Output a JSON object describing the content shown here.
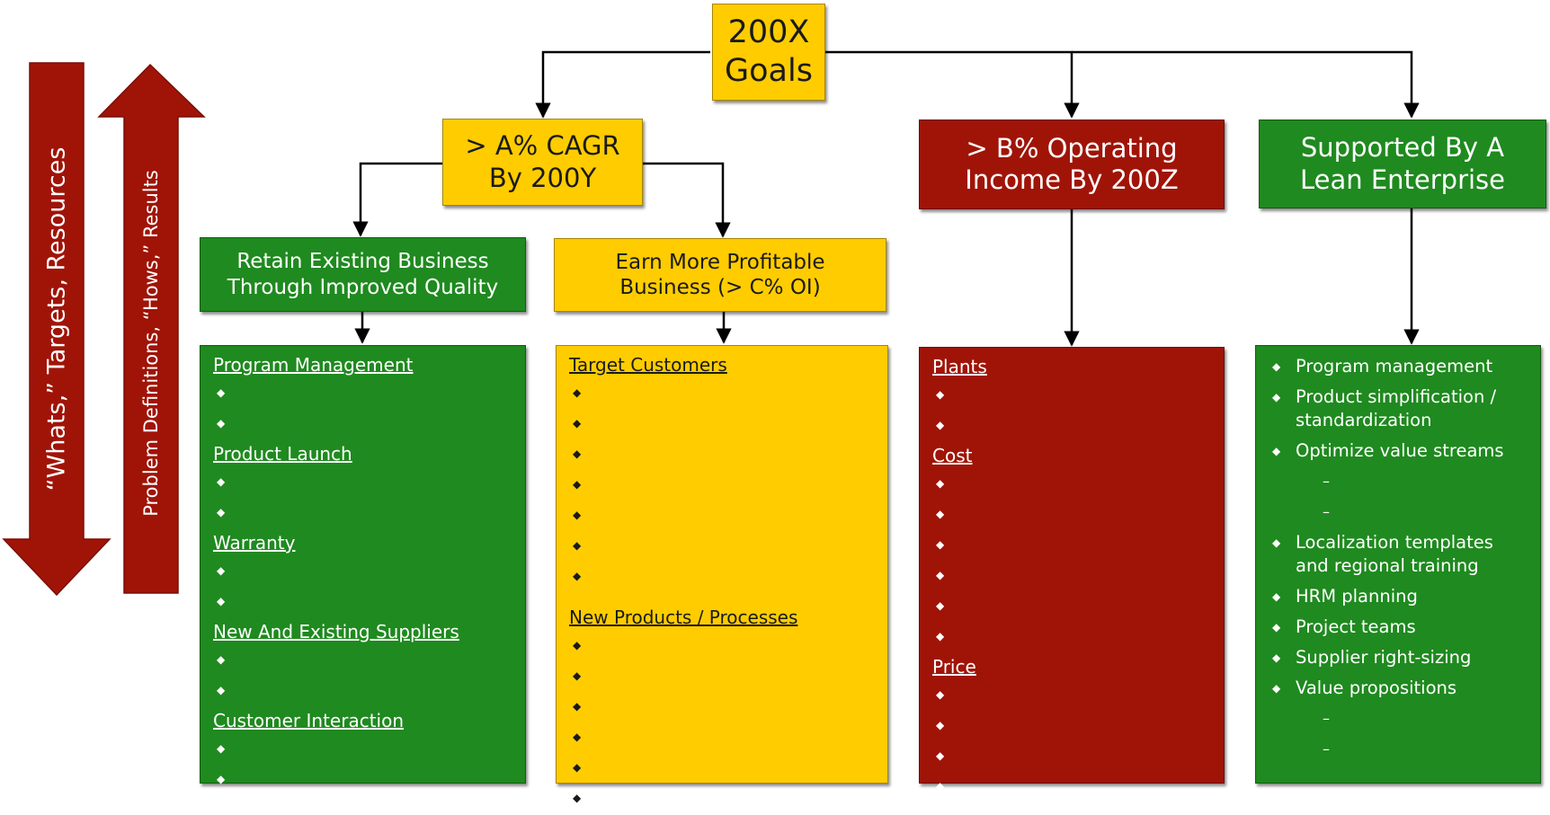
{
  "top": {
    "goal": [
      "200X",
      "Goals"
    ]
  },
  "level2": {
    "cagr": [
      "> A% CAGR",
      "By 200Y"
    ],
    "operating_income": [
      "> B% Operating",
      "Income By 200Z"
    ],
    "lean": [
      "Supported By A",
      "Lean Enterprise"
    ]
  },
  "level3": {
    "retain": [
      "Retain Existing Business",
      "Through Improved Quality"
    ],
    "earn": [
      "Earn More Profitable",
      "Business (> C% OI)"
    ]
  },
  "panels": {
    "retain": {
      "sections": [
        {
          "heading": "Program Management",
          "bullets": 2
        },
        {
          "heading": "Product Launch",
          "bullets": 2
        },
        {
          "heading": "Warranty",
          "bullets": 2
        },
        {
          "heading": "New And Existing Suppliers",
          "bullets": 2
        },
        {
          "heading": "Customer Interaction",
          "bullets": 2
        }
      ]
    },
    "earn": {
      "sections": [
        {
          "heading": "Target Customers",
          "bullets": 7
        },
        {
          "heading": "New Products / Processes",
          "bullets": 6
        }
      ]
    },
    "operating": {
      "sections": [
        {
          "heading": "Plants",
          "bullets": 2
        },
        {
          "heading": "Cost",
          "bullets": 6
        },
        {
          "heading": "Price",
          "bullets": 4
        }
      ]
    },
    "lean": {
      "items": [
        {
          "text": "Program management"
        },
        {
          "text": "Product simplification / standardization"
        },
        {
          "text": "Optimize value streams"
        },
        {
          "dash": true
        },
        {
          "dash": true
        },
        {
          "text": "Localization templates and regional training"
        },
        {
          "text": "HRM planning"
        },
        {
          "text": "Project teams"
        },
        {
          "text": "Supplier right-sizing"
        },
        {
          "text": "Value propositions"
        },
        {
          "dash": true
        },
        {
          "dash": true
        }
      ]
    }
  },
  "side_arrows": {
    "down": "“Whats,” Targets, Resources",
    "up": "Problem Definitions, “Hows,” Results"
  },
  "colors": {
    "yellow": "#ffcc00",
    "green": "#1f8a1f",
    "red": "#a01408",
    "arrow_red": "#a01408"
  }
}
